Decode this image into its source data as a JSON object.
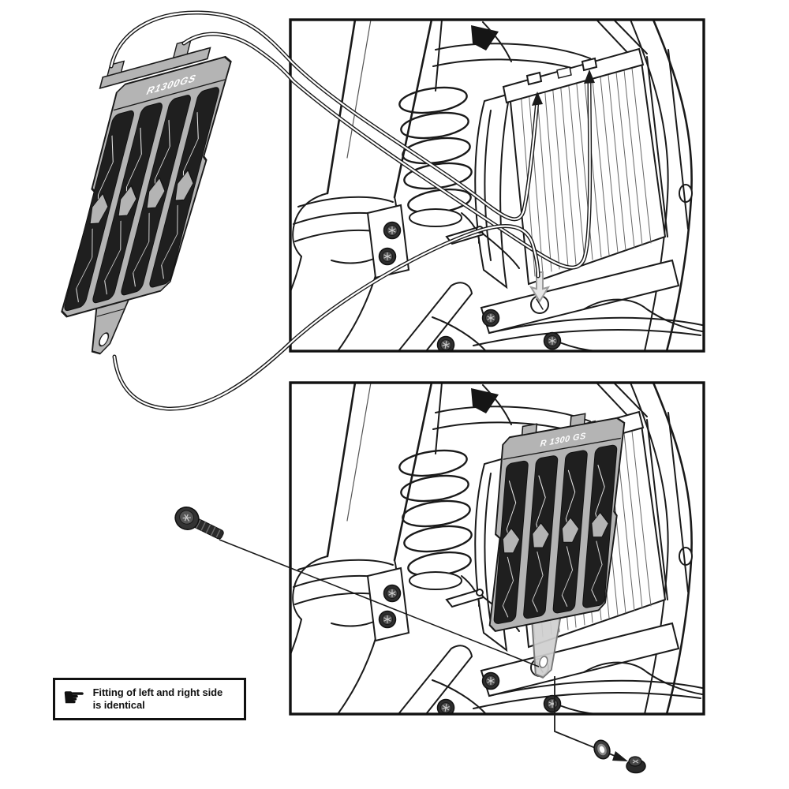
{
  "illustration": {
    "part_labels": {
      "loose_guard": "R1300GS",
      "installed_guard": "R 1300 GS"
    },
    "note": {
      "icon": "pointing-hand-icon",
      "icon_glyph": "☛",
      "line1": "Fitting of left and right side",
      "line2": "is identical"
    },
    "colors": {
      "outline": "#1a1a1a",
      "panel_border": "#111111",
      "guard_gray": "#b4b4b4",
      "slot_dark": "#1f1f1f",
      "tab_gray": "#cfcfcf",
      "arrow_gray": "#9a9a9a",
      "metal_dark": "#2e2e2e",
      "background": "#ffffff"
    }
  }
}
